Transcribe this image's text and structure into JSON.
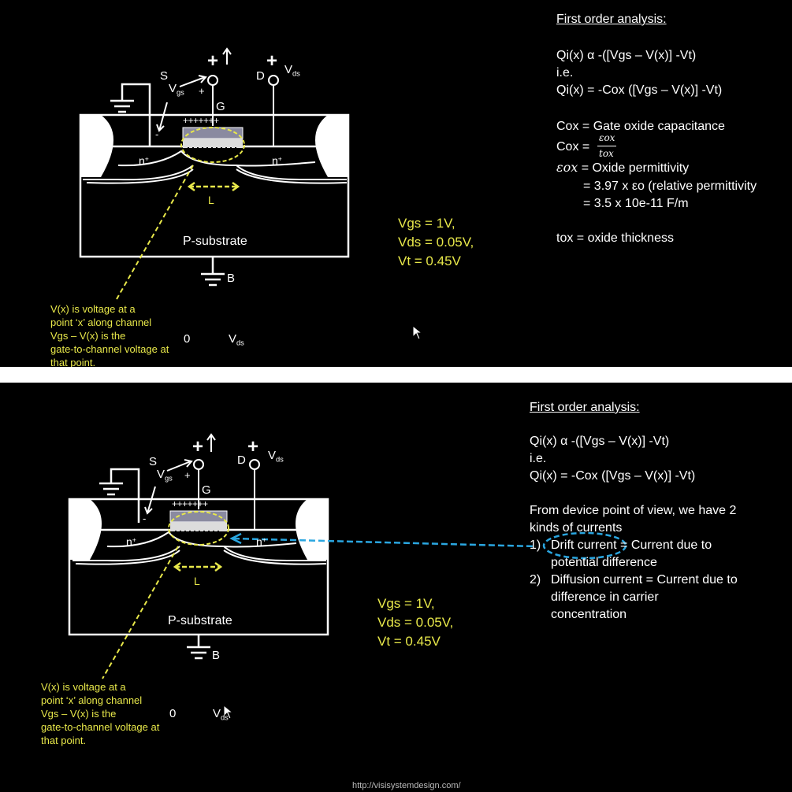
{
  "panel1": {
    "heading": "First order analysis:",
    "eq1": "Qi(x) α -([Vgs – V(x)] -Vt)",
    "ie": "i.e.",
    "eq2": "Qi(x) = -Cox ([Vgs – V(x)] -Vt)",
    "cox_def": "Cox = Gate oxide capacitance",
    "cox_formula_lhs": "Cox =",
    "cox_num": "εox",
    "cox_den": "tox",
    "eox_sym": "εox",
    "eox_def": " = Oxide permittivity",
    "eox_val1": "= 3.97 x εo (relative permittivity",
    "eox_val2": "= 3.5 x 10e-11 F/m",
    "tox_def": "tox = oxide thickness",
    "conditions": [
      "Vgs = 1V,",
      "Vds = 0.05V,",
      "Vt = 0.45V"
    ],
    "note": [
      "V(x) is voltage at a",
      "point ‘x’ along channel",
      "Vgs – V(x) is the",
      "gate-to-channel voltage at",
      "that point."
    ],
    "axis_zero": "0"
  },
  "panel2": {
    "heading": "First order analysis:",
    "eq1": "Qi(x) α -([Vgs – V(x)] -Vt)",
    "ie": "i.e.",
    "eq2": "Qi(x) = -Cox ([Vgs – V(x)] -Vt)",
    "device_pov1": "From device point of view, we have 2",
    "device_pov2": "kinds of currents",
    "item1_num": "1)",
    "item1_term": "Drift current",
    "item1_rest": " = Current due to",
    "item1_line2": "potential difference",
    "item2_num": "2)",
    "item2_line1": "Diffusion current = Current due to",
    "item2_line2": "difference in carrier",
    "item2_line3": "concentration",
    "conditions": [
      "Vgs = 1V,",
      "Vds = 0.05V,",
      "Vt = 0.45V"
    ],
    "note": [
      "V(x) is voltage at a",
      "point ‘x’ along channel",
      "Vgs – V(x) is the",
      "gate-to-channel voltage at",
      "that point."
    ],
    "axis_zero": "0"
  },
  "diagram": {
    "source": "S",
    "drain": "D",
    "gate": "G",
    "body": "B",
    "plus": "+",
    "minus": "-",
    "gate_charges": "+++++++",
    "n_region": "n",
    "n_sup": "+",
    "substrate": "P-substrate",
    "length": "L",
    "v": "V",
    "gs": "gs",
    "ds": "ds"
  },
  "footer": "http://visisystemdesign.com/",
  "colors": {
    "background": "#000000",
    "text": "#ffffff",
    "highlight": "#e8e84a",
    "arrow": "#2aa6e0",
    "oxide": "#8a8aa0"
  }
}
